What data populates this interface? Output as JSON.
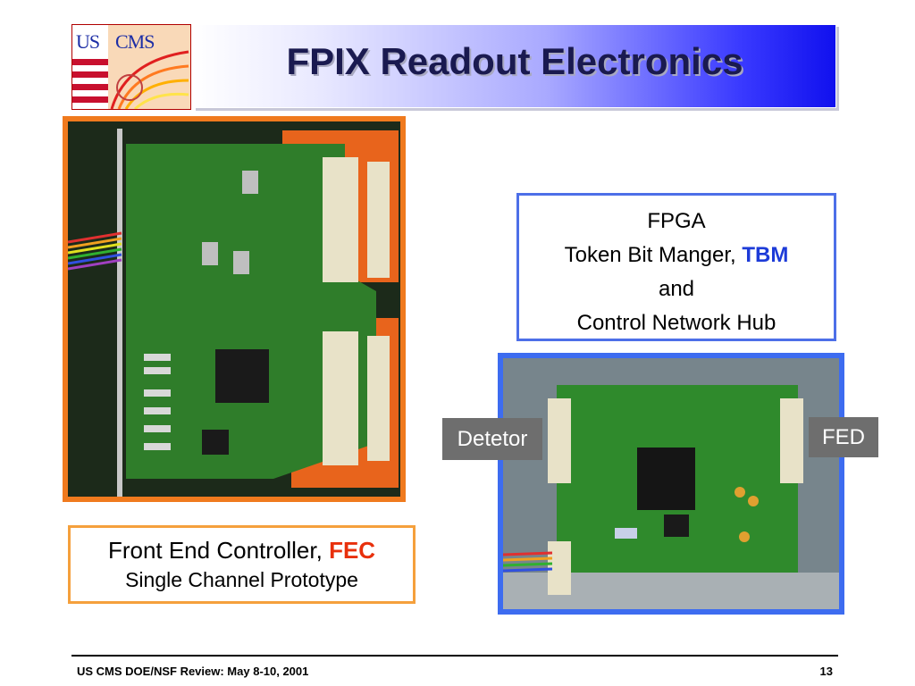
{
  "slide": {
    "title": "FPIX Readout Electronics",
    "logo": {
      "text_us": "US",
      "text_cms": "CMS"
    },
    "fpga_box": {
      "line1": "FPGA",
      "line2_prefix": "Token Bit Manger, ",
      "line2_highlight": "TBM",
      "line3": "and",
      "line4": "Control Network Hub"
    },
    "fec_box": {
      "line1_prefix": "Front End Controller, ",
      "line1_highlight": "FEC",
      "line2": "Single Channel Prototype"
    },
    "tags": {
      "detetor": "Detetor",
      "fed": "FED"
    },
    "footer": {
      "left": "US CMS DOE/NSF Review:  May 8-10, 2001",
      "page_number": "13"
    }
  },
  "colors": {
    "title_text": "#1a1a50",
    "fec_frame": "#f07a1e",
    "tbm_frame": "#3d6cf0",
    "highlight_blue": "#1d3bd8",
    "highlight_red": "#e8300c",
    "tag_bg": "#6e6e6e"
  },
  "icons": {
    "logo": "us-cms-logo",
    "fec_board": "fec-board-photo",
    "tbm_board": "tbm-board-photo"
  }
}
